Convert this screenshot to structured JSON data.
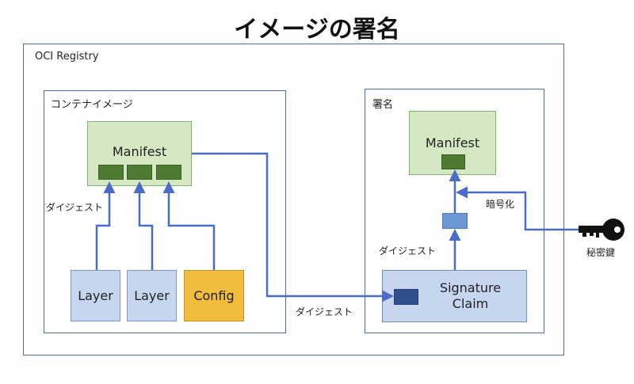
{
  "title": "イメージの署名",
  "registry": {
    "label": "OCI Registry"
  },
  "container_image": {
    "label": "コンテナイメージ",
    "manifest": {
      "label": "Manifest"
    },
    "layers": [
      {
        "label": "Layer"
      },
      {
        "label": "Layer"
      }
    ],
    "config": {
      "label": "Config"
    },
    "digest_label": "ダイジェスト"
  },
  "signature": {
    "label": "署名",
    "manifest": {
      "label": "Manifest"
    },
    "claim": {
      "line1": "Signature",
      "line2": "Claim"
    },
    "digest_label": "ダイジェスト",
    "encrypt_label": "暗号化"
  },
  "digest_bottom_label": "ダイジェスト",
  "private_key": {
    "label": "秘密鍵"
  },
  "colors": {
    "frame": "#4a6cb3",
    "wire": "#4a6cc7",
    "manifest_fill": "#d5e8c4",
    "chip": "#4f7a32",
    "layer_fill": "#c6d6ee",
    "config_fill": "#f2bd3f"
  }
}
